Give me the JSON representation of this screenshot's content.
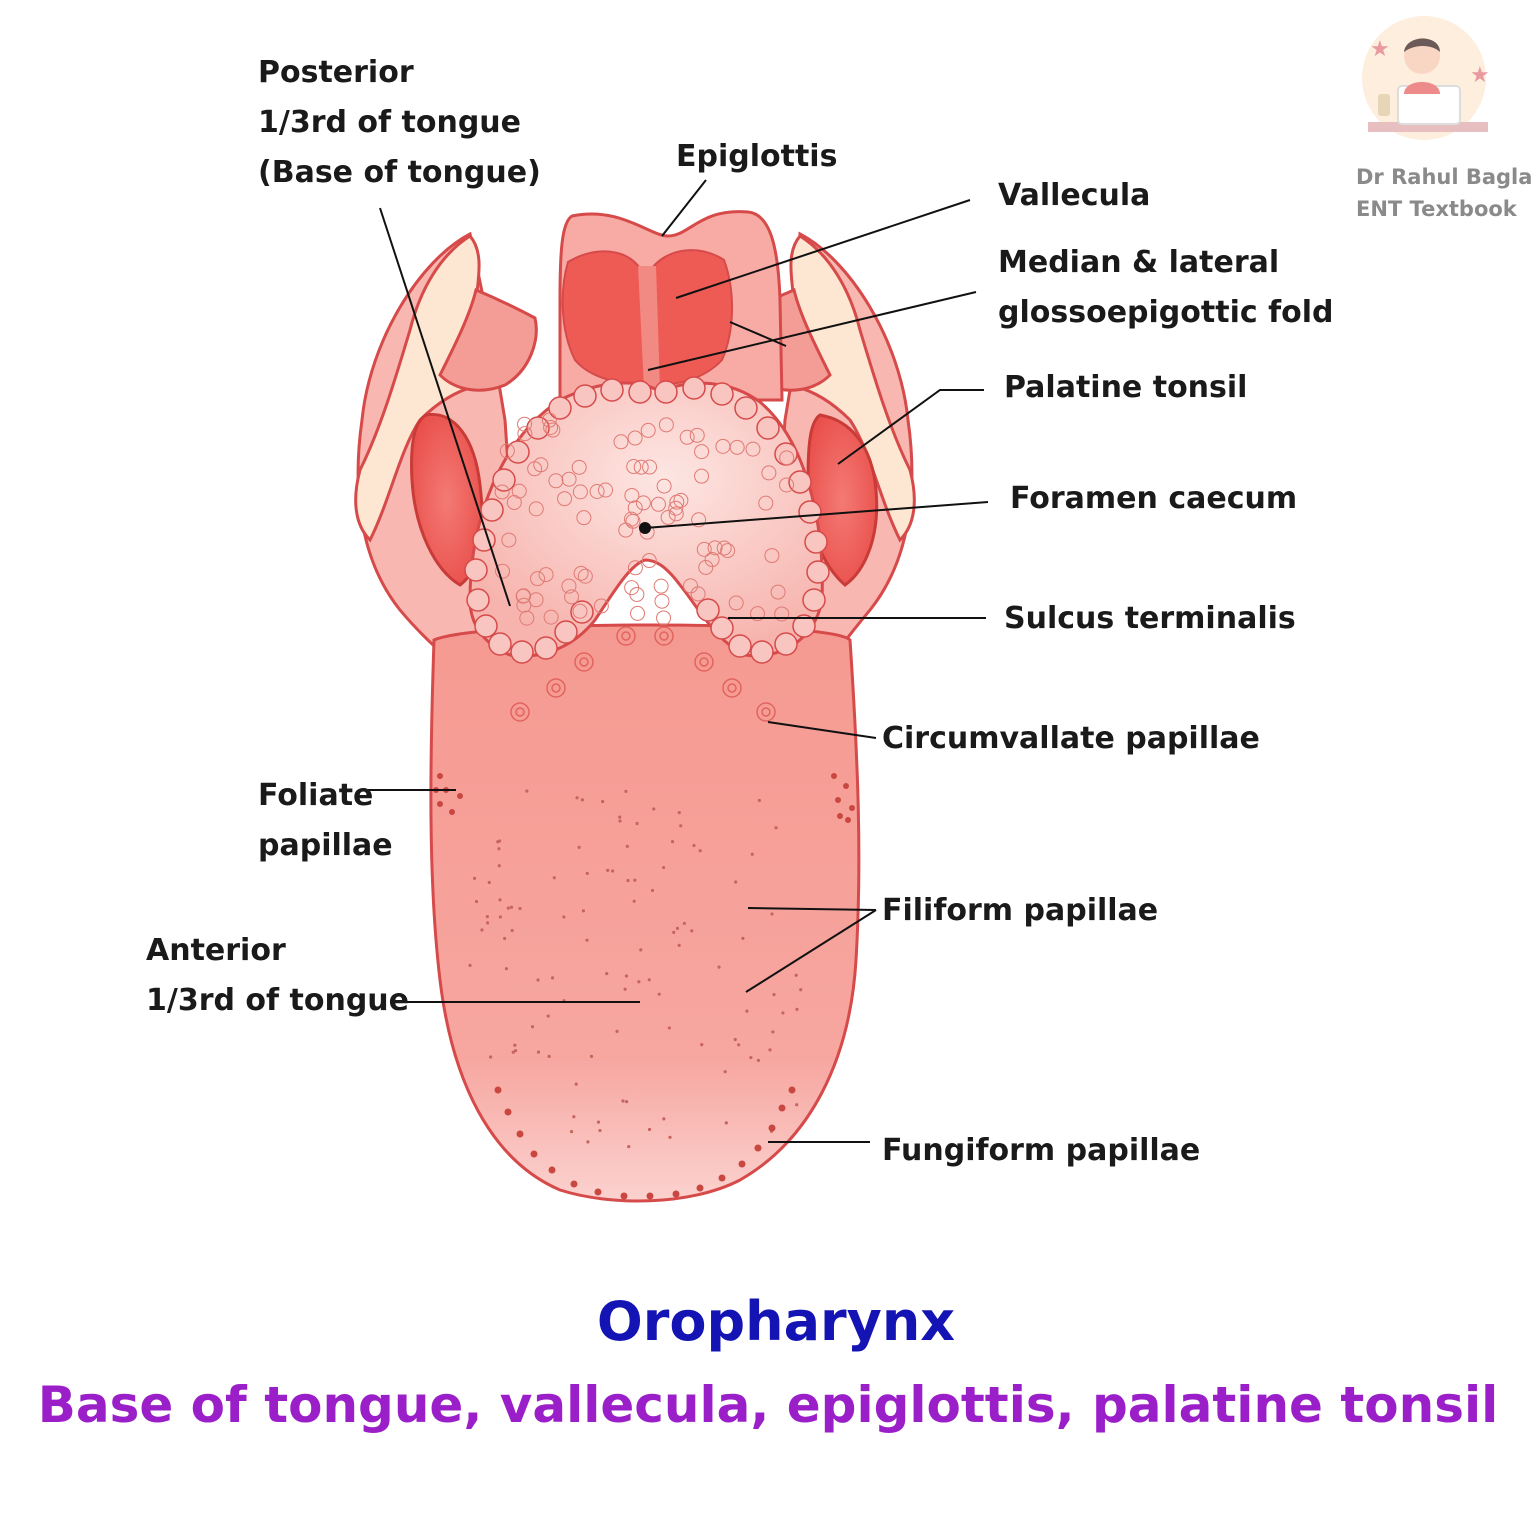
{
  "labels": {
    "posterior": [
      "Posterior",
      "1/3rd of tongue",
      "(Base of tongue)"
    ],
    "epiglottis": "Epiglottis",
    "vallecula": "Vallecula",
    "glossoepiglottic": [
      "Median & lateral",
      "glossoepigottic fold"
    ],
    "palatine_tonsil": "Palatine tonsil",
    "foramen_caecum": "Foramen caecum",
    "sulcus_terminalis": "Sulcus terminalis",
    "circumvallate": "Circumvallate papillae",
    "foliate": [
      "Foliate",
      "papillae"
    ],
    "filiform": "Filiform papillae",
    "anterior": [
      "Anterior",
      "1/3rd of tongue"
    ],
    "fungiform": "Fungiform papillae"
  },
  "watermark": {
    "line1": "Dr Rahul Bagla",
    "line2": "ENT Textbook"
  },
  "title": "Oropharynx",
  "subtitle": "Base of tongue, vallecula, epiglottis, palatine tonsil",
  "colors": {
    "title": "#1414b4",
    "subtitle": "#9b1fc8",
    "tongue": "#f69a93",
    "tongue_outline": "#d64a4a",
    "tonsil": "#ee5a55",
    "pharynx_wall": "#fde6d2"
  }
}
